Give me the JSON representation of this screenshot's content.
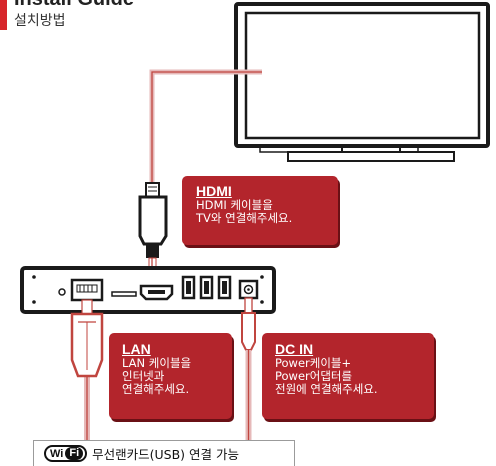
{
  "header": {
    "title_en": "Install Guide",
    "title_ko": "설치방법",
    "accent_color": "#d7262b"
  },
  "callouts": {
    "hdmi": {
      "title": "HDMI",
      "lines": [
        "HDMI 케이블을",
        "TV와 연결해주세요."
      ]
    },
    "lan": {
      "title": "LAN",
      "lines": [
        "LAN 케이블을",
        "인터넷과",
        "연결해주세요."
      ]
    },
    "dc_in": {
      "title": "DC IN",
      "lines": [
        "Power케이블+",
        "Power어댑터를",
        "전원에 연결해주세요."
      ]
    },
    "color": "#b3252c"
  },
  "footer": {
    "wifi_logo_left": "Wi",
    "wifi_logo_right": "Fi",
    "wifi_text": "무선랜카드(USB) 연결 가능"
  },
  "icons": [
    "tv-monitor-icon",
    "hdmi-plug-icon",
    "settop-box-icon",
    "lan-plug-icon",
    "dc-plug-icon",
    "wifi-logo-icon"
  ]
}
